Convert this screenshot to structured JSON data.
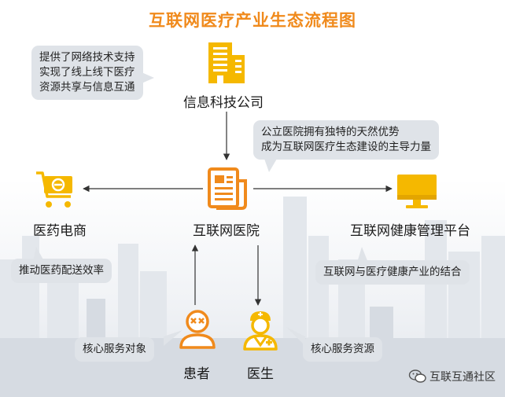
{
  "title": "互联网医疗产业生态流程图",
  "nodes": {
    "it_company": "信息科技公司",
    "hospital": "互联网医院",
    "ecommerce": "医药电商",
    "health_platform": "互联网健康管理平台",
    "patient": "患者",
    "doctor": "医生"
  },
  "notes": {
    "it_company": [
      "提供了网络技术支持",
      "实现了线上线下医疗",
      "资源共享与信息互通"
    ],
    "hospital": [
      "公立医院拥有独特的天然优势",
      "成为互联网医疗生态建设的主导力量"
    ],
    "ecommerce": "推动医药配送效率",
    "health_platform": "互联网与医疗健康产业的结合",
    "patient": "核心服务对象",
    "doctor": "核心服务资源"
  },
  "watermark": "互联互通社区",
  "colors": {
    "accent": "#f08a1c",
    "bubble": "#dfe3e8",
    "arrow": "#333333"
  },
  "icons": {
    "it_company": "building-icon",
    "hospital": "document-icon",
    "ecommerce": "shopping-cart-icon",
    "health_platform": "monitor-icon",
    "patient": "patient-icon",
    "doctor": "doctor-icon",
    "watermark": "wechat-icon"
  }
}
